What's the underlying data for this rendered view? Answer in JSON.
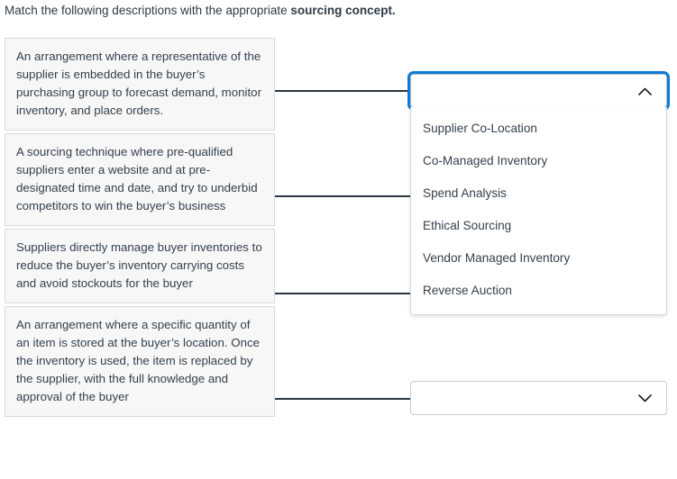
{
  "prompt": {
    "lead": "Match the following descriptions with the appropriate ",
    "emphasis": "sourcing concept."
  },
  "descriptions": [
    {
      "text": "An arrangement where a representative of the supplier is embedded in the buyer’s purchasing group to forecast demand, monitor inventory, and place orders."
    },
    {
      "text": "A sourcing technique where pre-qualified suppliers enter a website and at pre-designated time and date, and try to underbid competitors to win the buyer’s business"
    },
    {
      "text": "Suppliers directly manage buyer inventories to reduce the buyer’s inventory carrying costs and avoid stockouts for the buyer"
    },
    {
      "text": "An arrangement where a specific quantity of an item is stored at the buyer’s location. Once the inventory is used, the item is replaced by the supplier, with the full knowledge and approval of the buyer"
    }
  ],
  "selects": [
    {
      "name": "answer-select-1",
      "value": "",
      "state": "open",
      "icon": "chevron-up-icon"
    },
    {
      "name": "answer-select-2",
      "value": "",
      "state": "closed",
      "icon": "chevron-down-icon"
    }
  ],
  "dropdown": {
    "open_for": "answer-select-1",
    "options": [
      "Supplier Co-Location",
      "Co-Managed Inventory",
      "Spend Analysis",
      "Ethical Sourcing",
      "Vendor Managed Inventory",
      "Reverse Auction"
    ]
  },
  "colors": {
    "focus_ring": "#0d7cd6",
    "text": "#343f4b",
    "card_background": "#f7f7f7",
    "card_border": "#d8dadd",
    "connector": "#2c3540"
  }
}
